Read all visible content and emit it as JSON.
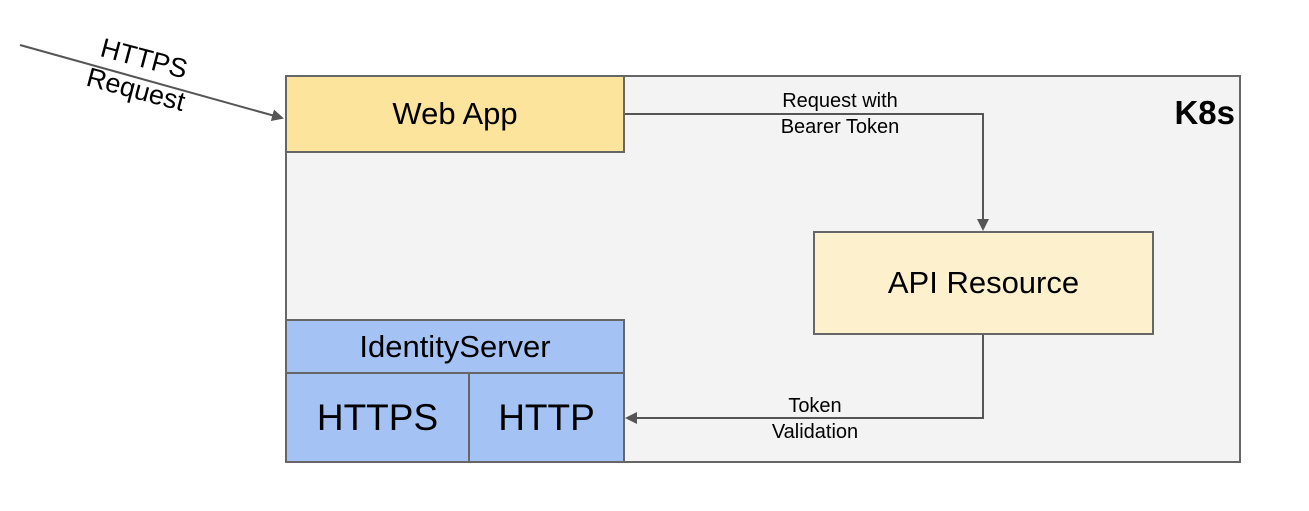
{
  "diagram": {
    "cluster_label": "K8s",
    "incoming": {
      "line1": "HTTPS",
      "line2": "Request"
    },
    "nodes": {
      "web_app": "Web App",
      "api_resource": "API Resource",
      "identity_server": "IdentityServer",
      "https": "HTTPS",
      "http": "HTTP"
    },
    "edges": {
      "request_line1": "Request with",
      "request_line2": "Bearer Token",
      "validation_line1": "Token",
      "validation_line2": "Validation"
    },
    "colors": {
      "cluster_fill": "#f3f3f3",
      "web_app_fill": "#fde49c",
      "api_resource_fill": "#fdf1cd",
      "identity_fill": "#a4c2f4",
      "stroke": "#666666",
      "arrow": "#555555"
    }
  }
}
